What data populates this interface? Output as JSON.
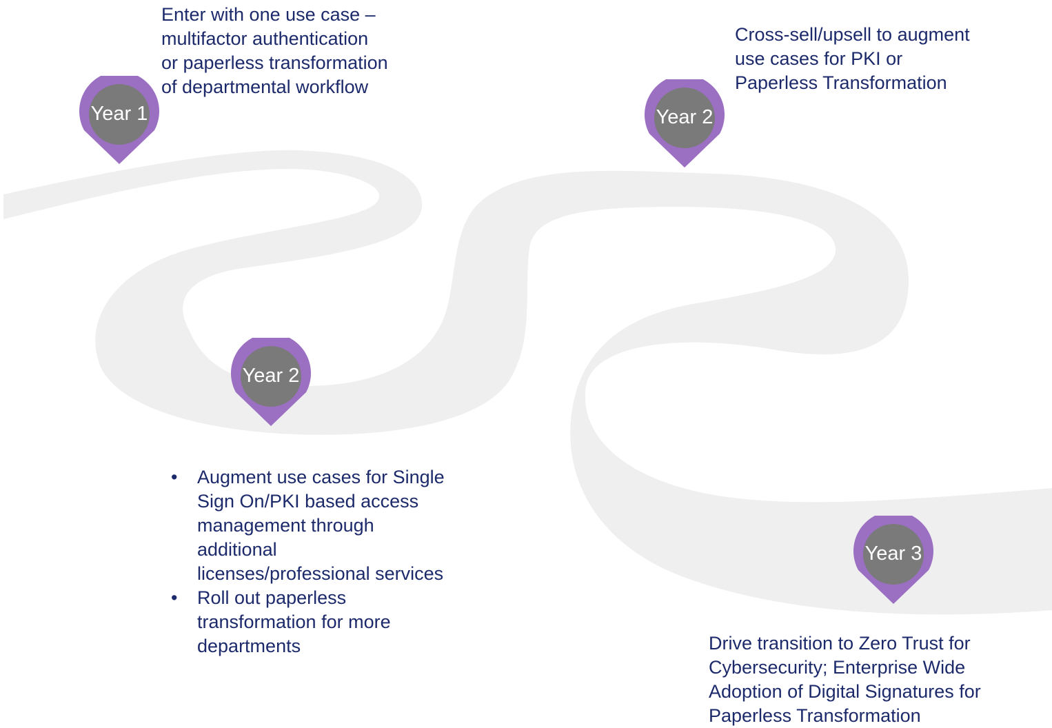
{
  "colors": {
    "road": "#efefef",
    "pin_outer": "#9b6fc2",
    "pin_inner": "#7a7a7a",
    "text": "#1c2a6b",
    "pin_text": "#ffffff"
  },
  "milestones": [
    {
      "label": "Year 1",
      "lines": [
        "Enter with one use case –",
        "multifactor authentication",
        "or paperless transformation",
        "of departmental workflow"
      ]
    },
    {
      "label": "Year 2",
      "bullet_symbol": "•",
      "bullets": [
        {
          "lines": [
            "Augment use cases for Single",
            "Sign On/PKI based access",
            "management through",
            "additional",
            "licenses/professional services"
          ]
        },
        {
          "lines": [
            "Roll out paperless",
            "transformation for more",
            "departments"
          ]
        }
      ]
    },
    {
      "label": "Year 2",
      "lines": [
        "Cross-sell/upsell to augment",
        "use cases for PKI or",
        "Paperless Transformation"
      ]
    },
    {
      "label": "Year 3",
      "lines": [
        "Drive transition to Zero Trust for",
        "Cybersecurity; Enterprise Wide",
        "Adoption of Digital Signatures for",
        "Paperless Transformation"
      ]
    }
  ]
}
